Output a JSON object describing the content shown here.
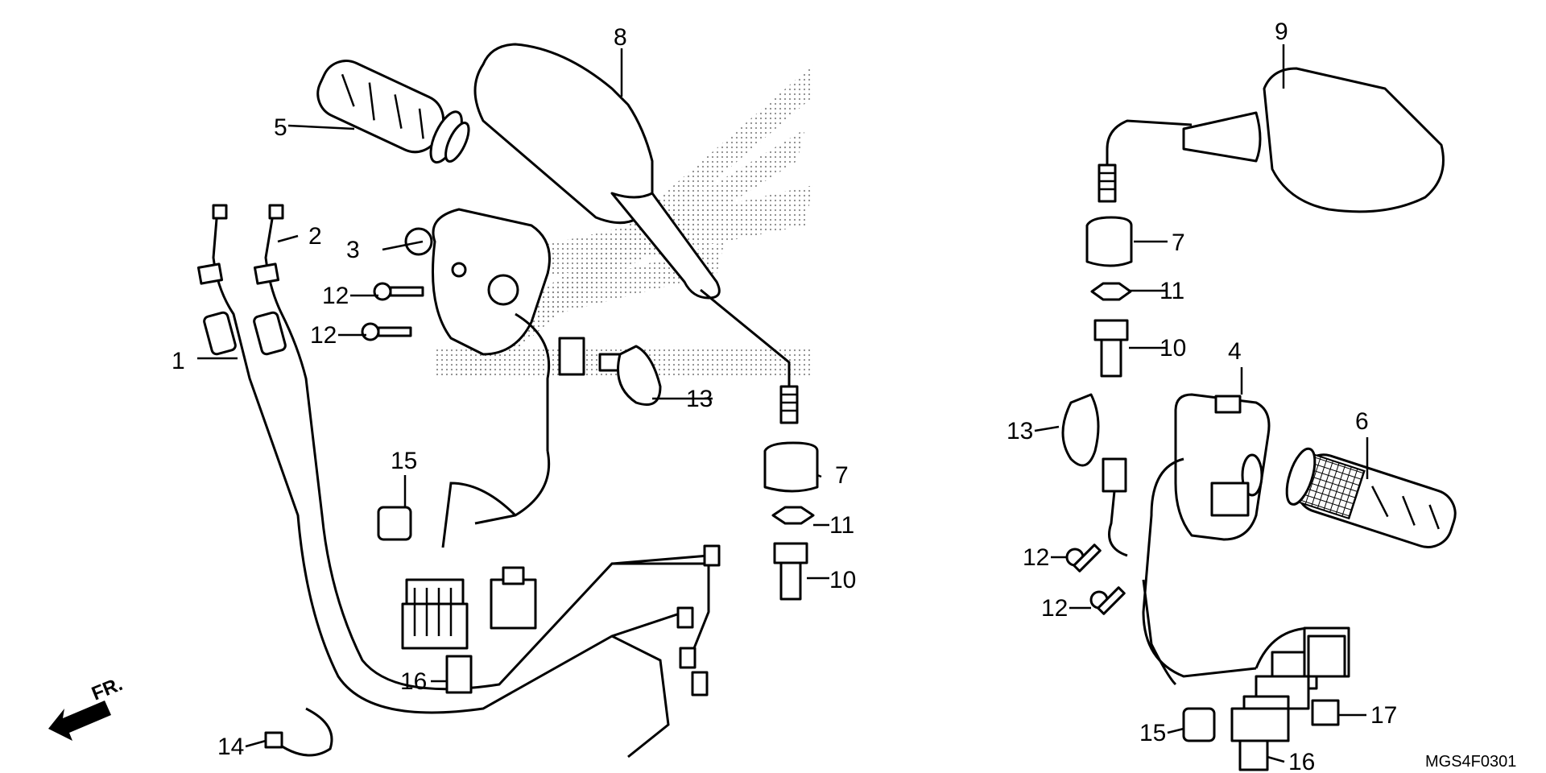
{
  "diagram": {
    "drawing_code": "MGS4F0301",
    "direction_label": "FR.",
    "callouts": [
      "1",
      "2",
      "3",
      "4",
      "5",
      "6",
      "7",
      "8",
      "9",
      "10",
      "11",
      "12",
      "13",
      "14",
      "15",
      "16",
      "17"
    ]
  },
  "colors": {
    "line": "#000000",
    "background": "#ffffff",
    "halftone": "#8a8a8a"
  }
}
